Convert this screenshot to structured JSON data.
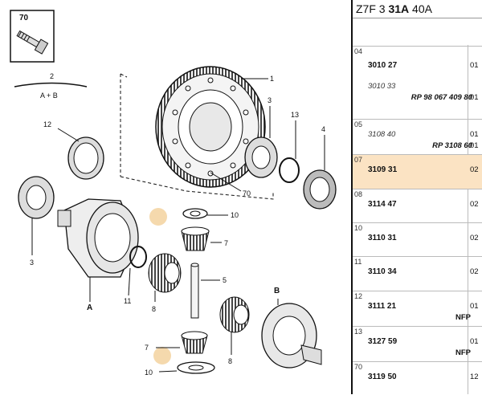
{
  "header": {
    "prefix": "Z7F 3 ",
    "bold": "31A",
    "suffix": " 40A"
  },
  "inset": {
    "number": "70"
  },
  "callouts": {
    "c1": "1",
    "c2": "2",
    "c2_note": "A + B",
    "c3a": "3",
    "c3b": "3",
    "c4": "4",
    "c5": "5",
    "c7a": "7",
    "c7b": "7",
    "c8a": "8",
    "c8b": "8",
    "c10a": "10",
    "c10b": "10",
    "c11": "11",
    "c12": "12",
    "c13": "13",
    "c70": "70",
    "labelA": "A",
    "labelB": "B"
  },
  "rows": [
    {
      "ref": "04",
      "code": "3010 27",
      "qty": "01",
      "alt_code": "3010 33",
      "rp": "RP 98 067 409 80",
      "rp_qty": "01"
    },
    {
      "ref": "05",
      "alt_code": "3108 40",
      "qty": "01",
      "rp": "RP 3108 60",
      "rp_qty": "01"
    },
    {
      "ref": "07",
      "code": "3109 31",
      "qty": "02"
    },
    {
      "ref": "08",
      "code": "3114 47",
      "qty": "02"
    },
    {
      "ref": "10",
      "code": "3110 31",
      "qty": "02"
    },
    {
      "ref": "11",
      "code": "3110 34",
      "qty": "02"
    },
    {
      "ref": "12",
      "code": "3111 21",
      "qty": "01",
      "nfp": "NFP"
    },
    {
      "ref": "13",
      "code": "3127 59",
      "qty": "01",
      "nfp": "NFP"
    },
    {
      "ref": "70",
      "code": "3119 50",
      "qty": "12"
    }
  ],
  "colors": {
    "selected_row": "#fbe3c3",
    "highlight_dot": "#f5d9ad"
  }
}
